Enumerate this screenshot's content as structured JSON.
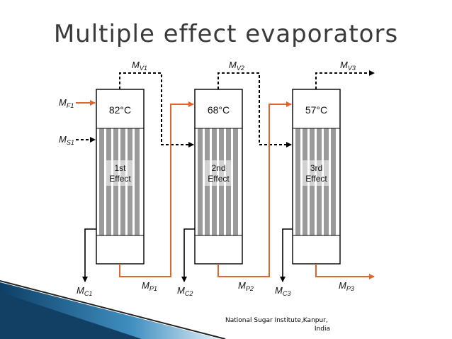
{
  "title": "Multiple effect evaporators",
  "effects": [
    {
      "temp": "82°C",
      "line1": "1st",
      "line2": "Effect"
    },
    {
      "temp": "68°C",
      "line1": "2nd",
      "line2": "Effect"
    },
    {
      "temp": "57°C",
      "line1": "3rd",
      "line2": "Effect"
    }
  ],
  "labels": {
    "mf1": {
      "base": "M",
      "sub": "F1"
    },
    "ms1": {
      "base": "M",
      "sub": "S1"
    },
    "mv1": {
      "base": "M",
      "sub": "V1"
    },
    "mv2": {
      "base": "M",
      "sub": "V2"
    },
    "mv3": {
      "base": "M",
      "sub": "V3"
    },
    "mc1": {
      "base": "M",
      "sub": "C1"
    },
    "mc2": {
      "base": "M",
      "sub": "C2"
    },
    "mc3": {
      "base": "M",
      "sub": "C3"
    },
    "mp1": {
      "base": "M",
      "sub": "P1"
    },
    "mp2": {
      "base": "M",
      "sub": "P2"
    },
    "mp3": {
      "base": "M",
      "sub": "P3"
    }
  },
  "colors": {
    "steam": "#000000",
    "liquid": "#e0642c",
    "tubes": "#9a9a9a",
    "band": "#1f5f8f"
  },
  "footer": {
    "line1": "National Sugar Institute,Kanpur,",
    "line2": "India"
  }
}
